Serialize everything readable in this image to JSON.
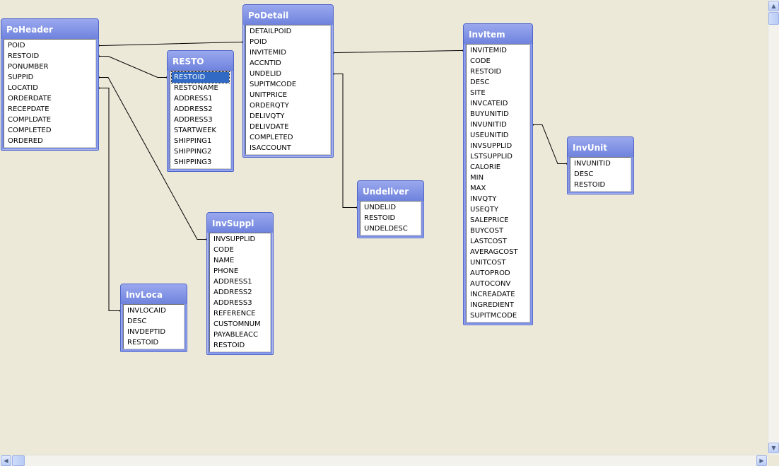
{
  "tables": [
    {
      "id": "poheader",
      "title": "PoHeader",
      "fields": [
        "POID",
        "RESTOID",
        "PONUMBER",
        "SUPPID",
        "LOCATID",
        "ORDERDATE",
        "RECEPDATE",
        "COMPLDATE",
        "COMPLETED",
        "ORDERED"
      ],
      "selected": null
    },
    {
      "id": "resto",
      "title": "RESTO",
      "fields": [
        "RESTOID",
        "RESTONAME",
        "ADDRESS1",
        "ADDRESS2",
        "ADDRESS3",
        "STARTWEEK",
        "SHIPPING1",
        "SHIPPING2",
        "SHIPPING3"
      ],
      "selected": 0
    },
    {
      "id": "podetail",
      "title": "PoDetail",
      "fields": [
        "DETAILPOID",
        "POID",
        "INVITEMID",
        "ACCNTID",
        "UNDELID",
        "SUPITMCODE",
        "UNITPRICE",
        "ORDERQTY",
        "DELIVQTY",
        "DELIVDATE",
        "COMPLETED",
        "ISACCOUNT"
      ],
      "selected": null
    },
    {
      "id": "invitem",
      "title": "InvItem",
      "fields": [
        "INVITEMID",
        "CODE",
        "RESTOID",
        "DESC",
        "SITE",
        "INVCATEID",
        "BUYUNITID",
        "INVUNITID",
        "USEUNITID",
        "INVSUPPLID",
        "LSTSUPPLID",
        "CALORIE",
        "MIN",
        "MAX",
        "INVQTY",
        "USEQTY",
        "SALEPRICE",
        "BUYCOST",
        "LASTCOST",
        "AVERAGCOST",
        "UNITCOST",
        "AUTOPROD",
        "AUTOCONV",
        "INCREADATE",
        "INGREDIENT",
        "SUPITMCODE"
      ],
      "selected": null
    },
    {
      "id": "invunit",
      "title": "InvUnit",
      "fields": [
        "INVUNITID",
        "DESC",
        "RESTOID"
      ],
      "selected": null
    },
    {
      "id": "undeliver",
      "title": "Undeliver",
      "fields": [
        "UNDELID",
        "RESTOID",
        "UNDELDESC"
      ],
      "selected": null
    },
    {
      "id": "invsuppl",
      "title": "InvSuppl",
      "fields": [
        "INVSUPPLID",
        "CODE",
        "NAME",
        "PHONE",
        "ADDRESS1",
        "ADDRESS2",
        "ADDRESS3",
        "REFERENCE",
        "CUSTOMNUM",
        "PAYABLEACC",
        "RESTOID"
      ],
      "selected": null
    },
    {
      "id": "invloca",
      "title": "InvLoca",
      "fields": [
        "INVLOCAID",
        "DESC",
        "INVDEPTID",
        "RESTOID"
      ],
      "selected": null
    }
  ],
  "relationships": [
    {
      "from": "PoHeader.POID",
      "to": "PoDetail.POID"
    },
    {
      "from": "PoHeader.RESTOID",
      "to": "RESTO.RESTOID"
    },
    {
      "from": "PoHeader.SUPPID",
      "to": "InvSuppl.INVSUPPLID"
    },
    {
      "from": "PoHeader.LOCATID",
      "to": "InvLoca.INVLOCAID"
    },
    {
      "from": "PoDetail.INVITEMID",
      "to": "InvItem.INVITEMID"
    },
    {
      "from": "PoDetail.UNDELID",
      "to": "Undeliver.UNDELID"
    },
    {
      "from": "InvItem.INVUNITID",
      "to": "InvUnit.INVUNITID"
    }
  ],
  "colors": {
    "workspace": "#ece9d8",
    "title_bar": "#7b8ee2",
    "selection": "#316ac5"
  },
  "icons": {
    "scroll_up": "up-arrow-icon",
    "scroll_down": "down-arrow-icon",
    "scroll_left": "left-arrow-icon",
    "scroll_right": "right-arrow-icon"
  }
}
